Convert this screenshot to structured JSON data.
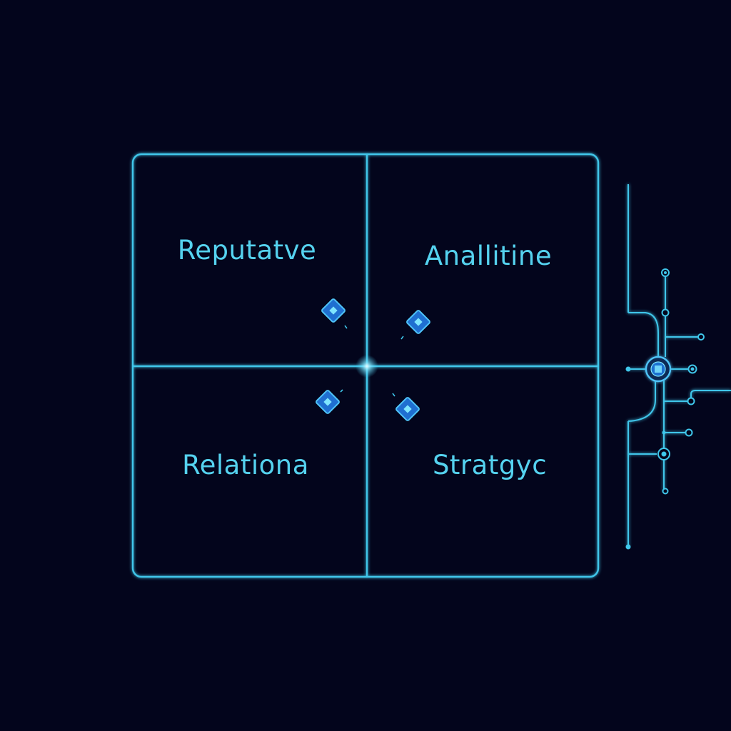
{
  "colors": {
    "background": "#03051c",
    "line": "#3fc6ea",
    "text": "#55d2ef",
    "node_fill": "#1f6fd0",
    "node_core": "#4fc3f7",
    "glow": "#7fe6ff"
  },
  "quadrants": [
    {
      "label": "Reputatve"
    },
    {
      "label": "Anallitine"
    },
    {
      "label": "Relationa"
    },
    {
      "label": "Stratgyc"
    }
  ],
  "icons": {
    "markers": "diamond-node-icon",
    "circuit": "circuit-trace-icon",
    "hub": "chip-hub-icon"
  }
}
